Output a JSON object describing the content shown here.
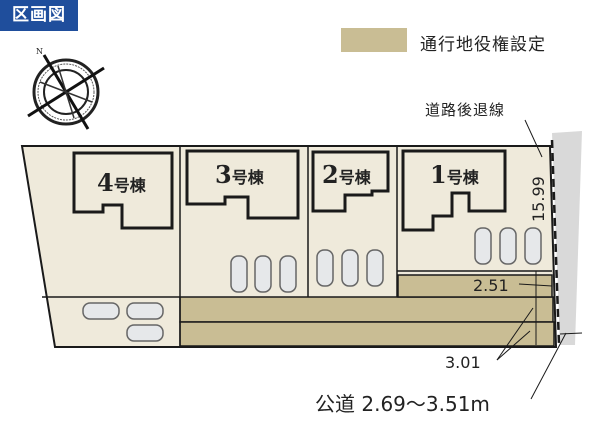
{
  "header": {
    "title": "区画図"
  },
  "legend": {
    "swatch_color": "#c9bd94",
    "label": "通行地役権設定"
  },
  "annotations": {
    "setback_line": "道路後退線",
    "depth": "15.99",
    "width_a": "2.51",
    "width_b": "3.01",
    "public_road": "公道 2.69〜3.51m"
  },
  "compass": {
    "north_label": "N"
  },
  "buildings": [
    {
      "num": "4",
      "suffix": "号棟"
    },
    {
      "num": "3",
      "suffix": "号棟"
    },
    {
      "num": "2",
      "suffix": "号棟"
    },
    {
      "num": "1",
      "suffix": "号棟"
    }
  ],
  "colors": {
    "lot": "#efeadb",
    "easement": "#c9bd94",
    "road": "#d9d9d9",
    "outline": "#1a1a1a"
  }
}
